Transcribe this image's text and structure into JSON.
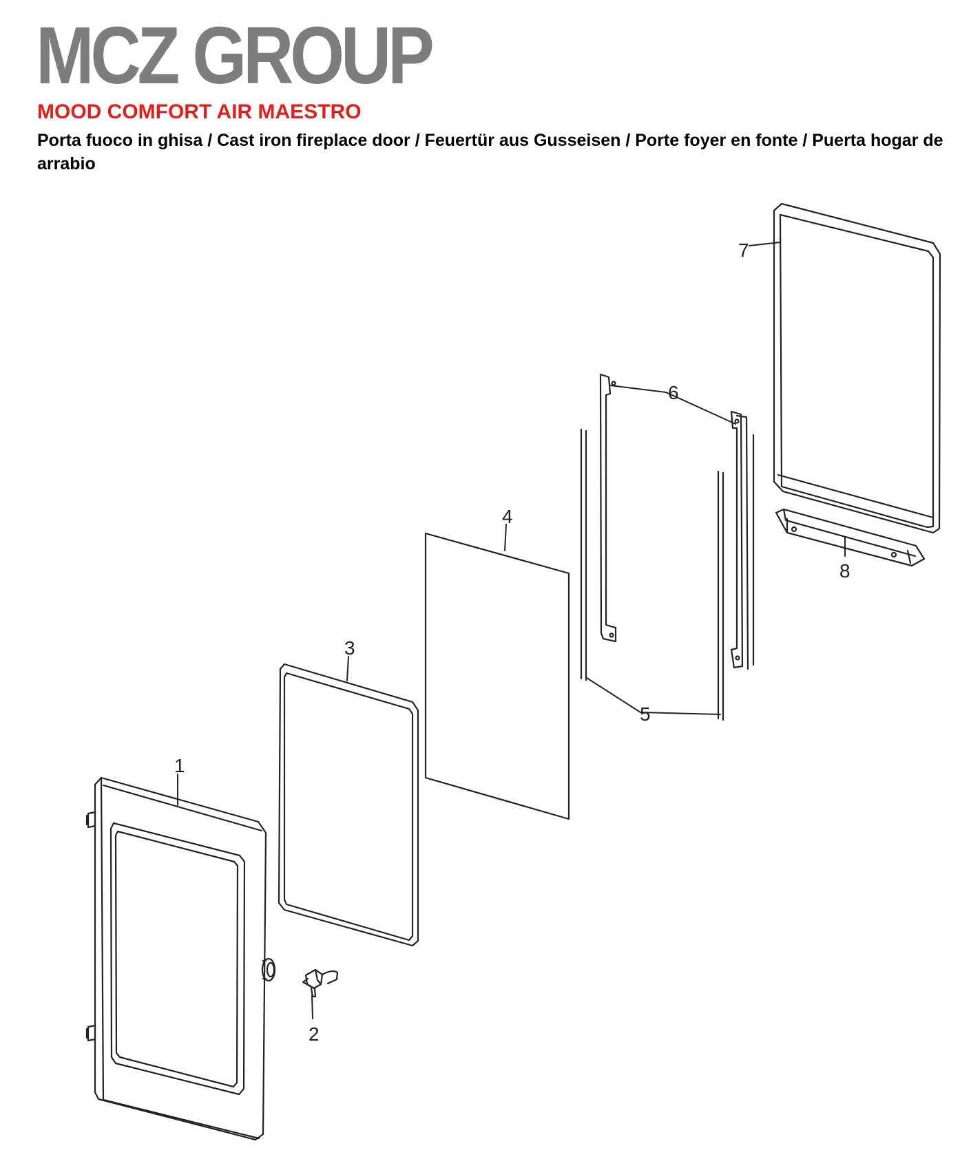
{
  "header": {
    "brand": "MCZ GROUP",
    "model": "MOOD COMFORT AIR MAESTRO",
    "description": "Porta fuoco in ghisa / Cast iron fireplace door / Feuertür aus Gusseisen / Porte foyer en fonte / Puerta hogar de arrabio"
  },
  "callouts": [
    "1",
    "2",
    "3",
    "4",
    "5",
    "6",
    "7",
    "8"
  ],
  "colors": {
    "brand_gray": "#7d7d80",
    "model_red": "#e0201b",
    "line": "#222222"
  }
}
